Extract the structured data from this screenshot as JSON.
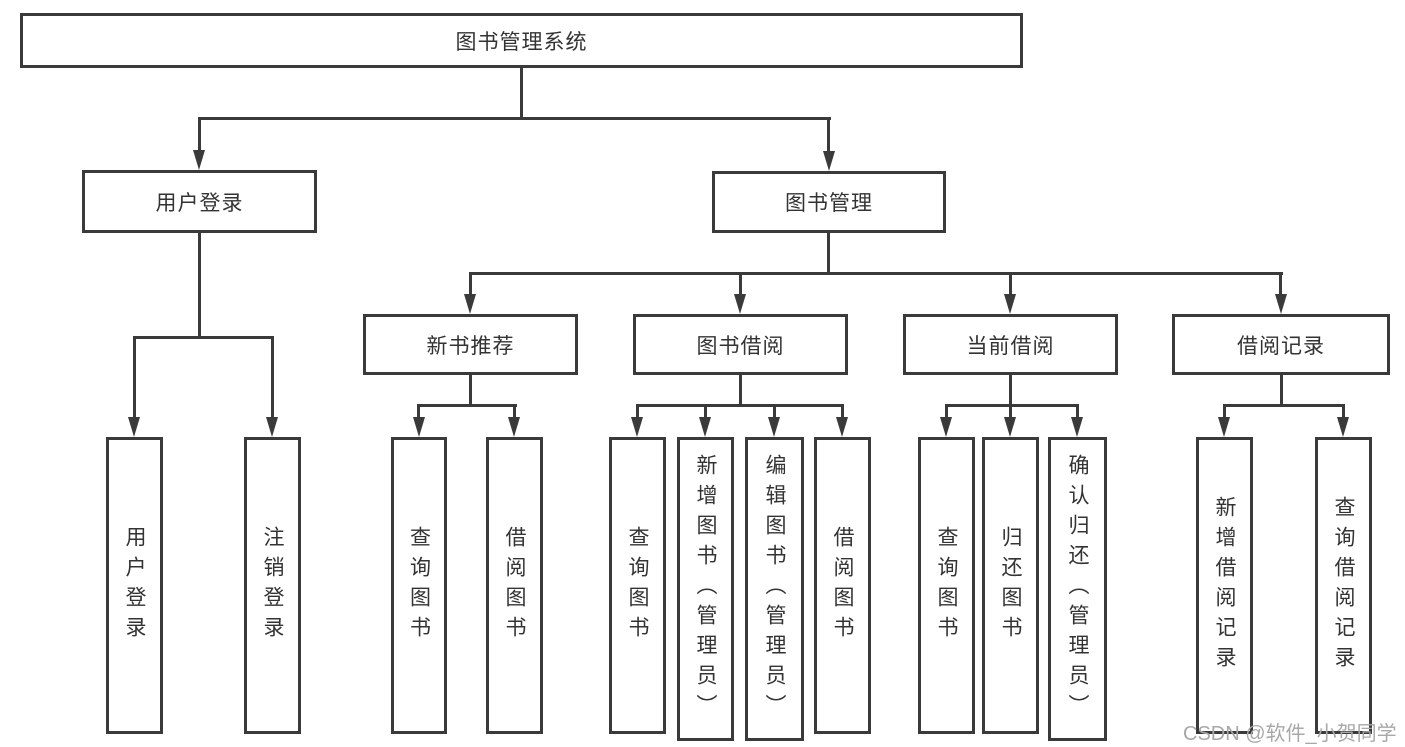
{
  "tree": {
    "root": {
      "label": "图书管理系统",
      "children": [
        {
          "label": "用户登录",
          "children": [
            {
              "label": "用户登录"
            },
            {
              "label": "注销登录"
            }
          ]
        },
        {
          "label": "图书管理",
          "children": [
            {
              "label": "新书推荐",
              "children": [
                {
                  "label": "查询图书"
                },
                {
                  "label": "借阅图书"
                }
              ]
            },
            {
              "label": "图书借阅",
              "children": [
                {
                  "label": "查询图书"
                },
                {
                  "label": "新增图书（管理员）"
                },
                {
                  "label": "编辑图书（管理员）"
                },
                {
                  "label": "借阅图书"
                }
              ]
            },
            {
              "label": "当前借阅",
              "children": [
                {
                  "label": "查询图书"
                },
                {
                  "label": "归还图书"
                },
                {
                  "label": "确认归还（管理员）"
                }
              ]
            },
            {
              "label": "借阅记录",
              "children": [
                {
                  "label": "新增借阅记录"
                },
                {
                  "label": "查询借阅记录"
                }
              ]
            }
          ]
        }
      ]
    }
  },
  "watermark": {
    "text": "CSDN @软件_小贺同学"
  },
  "colors": {
    "line": "#3a3a3a",
    "text": "#333333",
    "background": "#ffffff",
    "watermark": "#a8a8a8"
  }
}
